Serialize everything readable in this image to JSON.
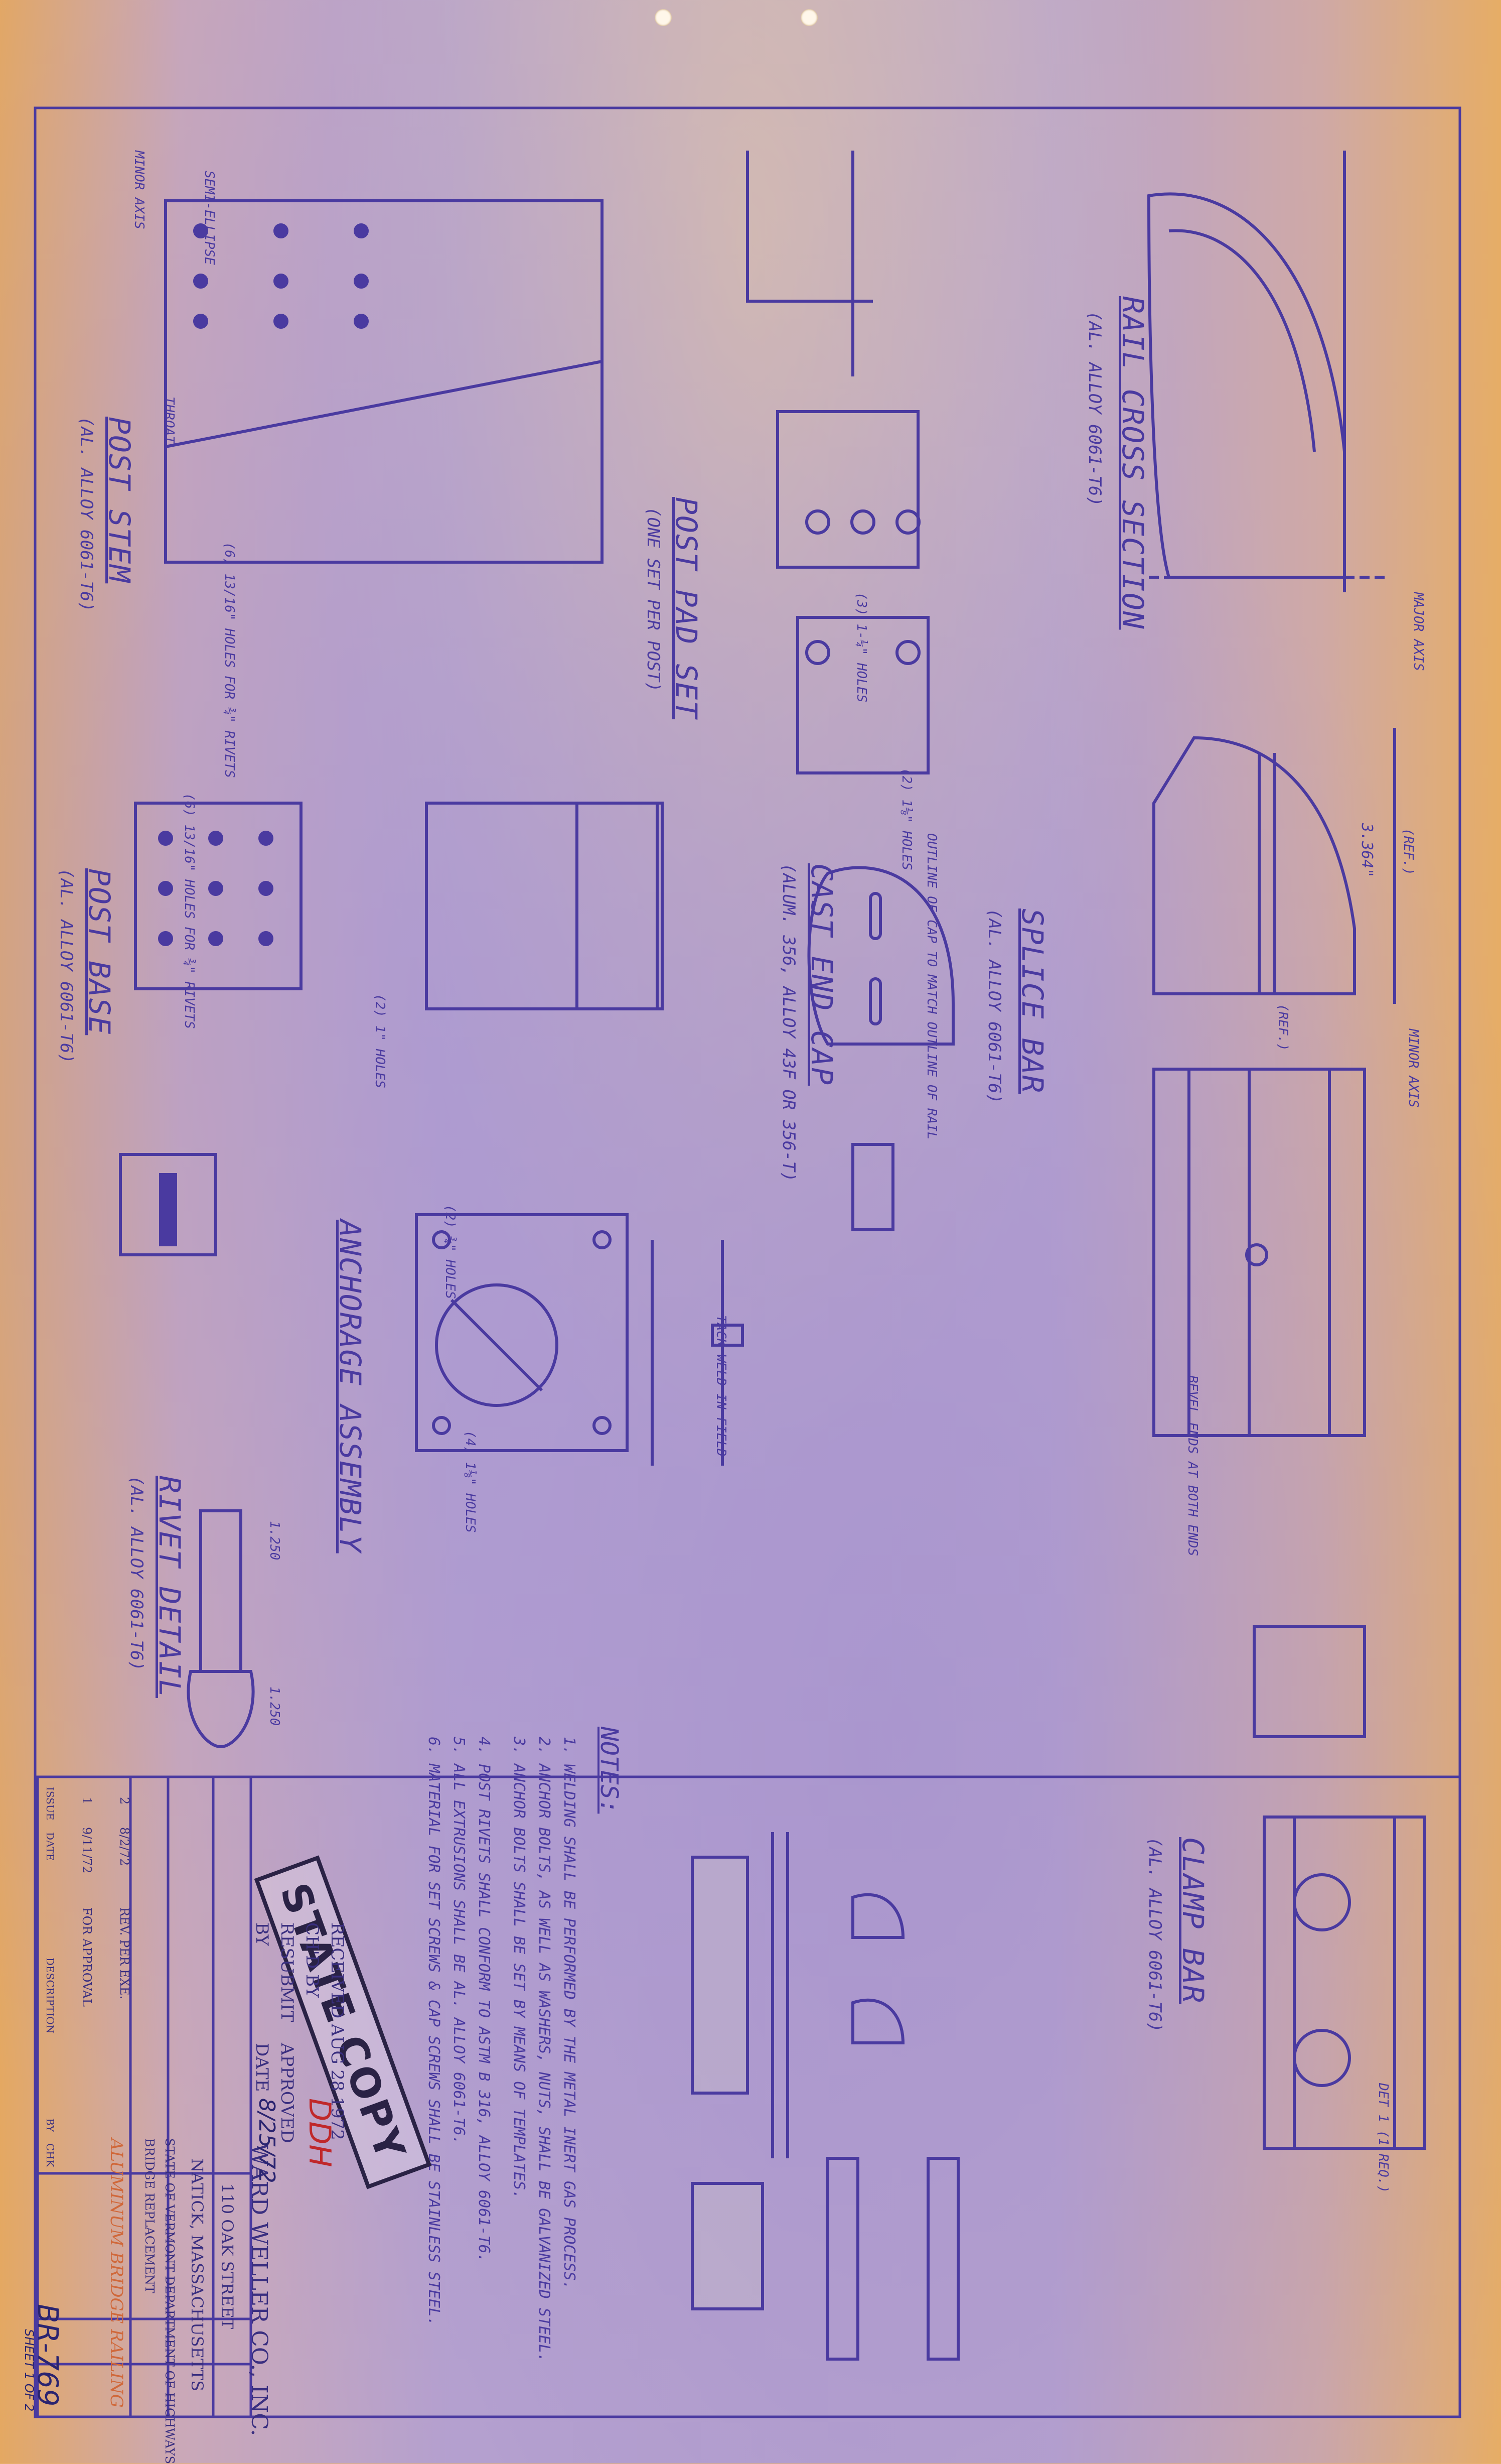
{
  "sheet": {
    "paper_color": "#e9b46e",
    "ink_color": "#4a3aa0",
    "highlight_color": "#f2e21a"
  },
  "views": {
    "rail_cross_section": {
      "title": "RAIL CROSS SECTION",
      "sub": "(AL. ALLOY 6061-T6)",
      "labels": [
        "MINOR AXIS",
        "MAJOR AXIS",
        "SEMI-ELLIPSE"
      ]
    },
    "splice_bar": {
      "title": "SPLICE BAR",
      "sub": "(AL. ALLOY 6061-T6)",
      "labels": [
        "3.364\"",
        "(REF.)",
        "(REF.)",
        "MINOR AXIS"
      ]
    },
    "clamp_bar": {
      "title": "CLAMP BAR",
      "sub": "(AL. ALLOY 6061-T6)",
      "labels": [
        "BEVEL ENDS AT BOTH ENDS",
        "DET 1 (1 REQ.)"
      ]
    },
    "post_pad_set": {
      "title": "POST PAD SET",
      "sub": "(ONE SET PER POST)",
      "labels": [
        "(3) 1-¼\" HOLES",
        "(2) 1⅛\" HOLES"
      ]
    },
    "cast_end_cap": {
      "title": "CAST END CAP",
      "sub": "(ALUM. 356, ALLOY 43F OR 356-T)",
      "labels": [
        "OUTLINE OF CAP TO MATCH OUTLINE OF RAIL"
      ]
    },
    "post_stem": {
      "title": "POST STEM",
      "sub": "(AL. ALLOY 6061-T6)",
      "labels": [
        "(6) 13/16\" HOLES FOR ¾\" RIVETS",
        "THROAT"
      ]
    },
    "post_base": {
      "title": "POST BASE",
      "sub": "(AL. ALLOY 6061-T6)",
      "labels": [
        "(6) 13/16\" HOLES FOR ¾\" RIVETS",
        "(2) 1\" HOLES"
      ]
    },
    "anchorage_assembly": {
      "title": "ANCHORAGE ASSEMBLY",
      "sub": "",
      "labels": [
        "(4) 1⅛\" HOLES",
        "(2) ¾\" HOLES",
        "TACK WELD IN FIELD"
      ]
    },
    "rivet_detail": {
      "title": "RIVET DETAIL",
      "sub": "(AL. ALLOY 6061-T6)",
      "labels": [
        "1.250",
        "1.250"
      ]
    }
  },
  "notes": {
    "heading": "NOTES:",
    "items": [
      "1. WELDING SHALL BE PERFORMED BY THE METAL INERT GAS PROCESS.",
      "2. ANCHOR BOLTS, AS WELL AS WASHERS, NUTS, SHALL BE GALVANIZED STEEL.",
      "3. ANCHOR BOLTS SHALL BE SET BY MEANS OF TEMPLATES.",
      "4. POST RIVETS SHALL CONFORM TO ASTM B 316, ALLOY 6061-T6.",
      "5. ALL EXTRUSIONS SHALL BE AL. ALLOY 6061-T6.",
      "6. MATERIAL FOR SET SCREWS & CAP SCREWS SHALL BE STAINLESS STEEL."
    ]
  },
  "stamp": {
    "text": "STATE COPY"
  },
  "title_block": {
    "company": "WARD WELLER CO., INC.",
    "address": "110 OAK STREET",
    "city": "NATICK, MASSACHUSETTS",
    "received": "RECEIVED AUG 28 1972",
    "chkd_by": "CH'D BY",
    "resubmit": "RESUBMIT",
    "approved": "APPROVED",
    "by": "BY",
    "date_label": "DATE",
    "date": "8/25/72",
    "initials": "DDH",
    "project_lines": [
      "STATE OF VERMONT  DEPARTMENT OF HIGHWAYS",
      "BRIDGE REPLACEMENT",
      "ALUMINUM BRIDGE RAILING"
    ],
    "drawing_number": "BR-769",
    "sheet": "SHEET 1 OF 2",
    "revisions": {
      "headers": [
        "ISSUE",
        "DATE",
        "DESCRIPTION",
        "BY",
        "CHK"
      ],
      "rows": [
        [
          "1",
          "9/11/72",
          "FOR APPROVAL",
          "",
          ""
        ],
        [
          "2",
          "8/2/72",
          "REV. PER EXE.",
          "",
          ""
        ]
      ]
    }
  }
}
